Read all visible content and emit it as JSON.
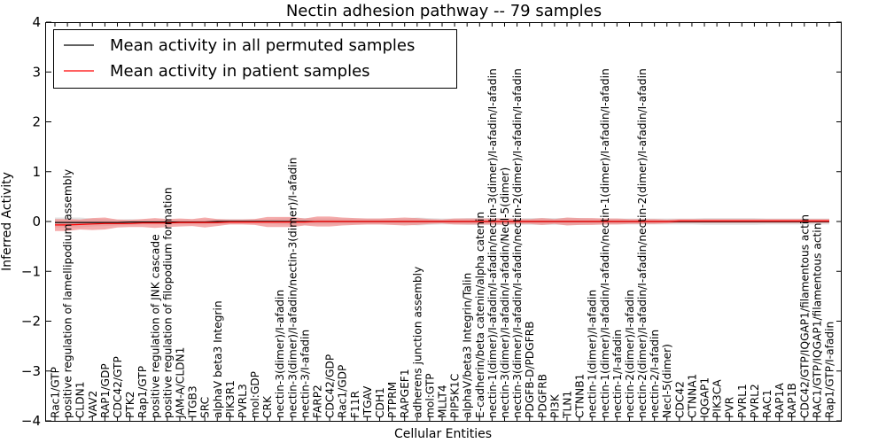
{
  "chart_data": {
    "type": "line",
    "title": "Nectin adhesion pathway -- 79 samples",
    "xlabel": "Cellular Entities",
    "ylabel": "Inferred Activity",
    "ylim": [
      -4,
      4
    ],
    "yticks": [
      -4,
      -3,
      -2,
      -1,
      0,
      1,
      2,
      3,
      4
    ],
    "ytick_labels": [
      "−4",
      "−3",
      "−2",
      "−1",
      "0",
      "1",
      "2",
      "3",
      "4"
    ],
    "grid": false,
    "legend_position": "top-left",
    "categories": [
      "Rac1/GTP",
      "positive regulation of lamellipodium assembly",
      "CLDN1",
      "VAV2",
      "RAP1/GDP",
      "CDC42/GTP",
      "PTK2",
      "Rap1/GTP",
      "positive regulation of JNK cascade",
      "positive regulation of filopodium formation",
      "JAM-A/CLDN1",
      "ITGB3",
      "SRC",
      "alphaV beta3 Integrin",
      "PIK3R1",
      "PVRL3",
      "mol:GDP",
      "CRK",
      "nectin-3(dimer)/I-afadin",
      "nectin-3(dimer)/I-afadin/nectin-3(dimer)/I-afadin",
      "nectin-3/I-afadin",
      "FARP2",
      "CDC42/GDP",
      "Rac1/GDP",
      "F11R",
      "ITGAV",
      "CDH1",
      "PTPRM",
      "RAPGEF1",
      "adherens junction assembly",
      "mol:GTP",
      "MLLT4",
      "PIP5K1C",
      "alphaV/beta3 Integrin/Talin",
      "E-cadherin/beta catenin/alpha catenin",
      "nectin-1(dimer)/I-afadin/I-afadin/nectin-3(dimer)/I-afadin/I-afadin",
      "nectin-3(dimer)/I-afadin/I-afadin/Necl-5(dimer)",
      "nectin-3(dimer)/I-afadin/I-afadin/nectin-2(dimer)/I-afadin/I-afadin",
      "PDGFB-D/PDGFRB",
      "PDGFRB",
      "PI3K",
      "TLN1",
      "CTNNB1",
      "nectin-1(dimer)/I-afadin",
      "nectin-1(dimer)/I-afadin/I-afadin/nectin-1(dimer)/I-afadin/I-afadin",
      "nectin-1/I-afadin",
      "nectin-2(dimer)/I-afadin",
      "nectin-2(dimer)/I-afadin/I-afadin/nectin-2(dimer)/I-afadin/I-afadin",
      "nectin-2/I-afadin",
      "Necl-5(dimer)",
      "CDC42",
      "CTNNA1",
      "IQGAP1",
      "PIK3CA",
      "PVR",
      "PVRL1",
      "PVRL2",
      "RAC1",
      "RAP1A",
      "RAP1B",
      "CDC42/GTP/IQGAP1/filamentous actin",
      "RAC1/GTP/IQGAP1/filamentous actin",
      "Rap1/GTP/I-afadin"
    ],
    "series": [
      {
        "name": "Mean activity in all permuted samples",
        "color": "#000000",
        "values": [
          -0.02,
          -0.02,
          -0.02,
          -0.02,
          -0.02,
          -0.02,
          -0.01,
          -0.01,
          -0.01,
          -0.01,
          -0.01,
          -0.01,
          -0.01,
          0.0,
          0.0,
          0.0,
          0.0,
          0.0,
          0.0,
          0.0,
          0.0,
          0.0,
          0.0,
          0.0,
          0.0,
          0.0,
          0.0,
          0.0,
          0.0,
          0.0,
          0.0,
          0.0,
          0.0,
          0.0,
          0.0,
          0.0,
          0.0,
          0.0,
          0.0,
          0.0,
          0.0,
          0.0,
          0.0,
          0.0,
          0.0,
          0.0,
          0.0,
          0.0,
          0.0,
          0.0,
          0.0,
          0.0,
          0.0,
          0.0,
          0.0,
          0.0,
          0.0,
          0.0,
          0.0,
          0.0,
          0.0,
          0.0,
          0.0
        ],
        "band": [
          0.1,
          0.1,
          0.1,
          0.08,
          0.07,
          0.06,
          0.06,
          0.05,
          0.05,
          0.05,
          0.05,
          0.05,
          0.05,
          0.05,
          0.05,
          0.05,
          0.05,
          0.05,
          0.06,
          0.07,
          0.07,
          0.06,
          0.06,
          0.06,
          0.06,
          0.06,
          0.06,
          0.06,
          0.06,
          0.08,
          0.07,
          0.06,
          0.06,
          0.07,
          0.07,
          0.07,
          0.07,
          0.07,
          0.07,
          0.07,
          0.07,
          0.07,
          0.07,
          0.06,
          0.06,
          0.06,
          0.06,
          0.06,
          0.06,
          0.06,
          0.06,
          0.06,
          0.07,
          0.07,
          0.07,
          0.07,
          0.07,
          0.06,
          0.06,
          0.06,
          0.06,
          0.06,
          0.06
        ],
        "band_color": "#b0b0b0"
      },
      {
        "name": "Mean activity in patient samples",
        "color": "#ff0000",
        "values": [
          -0.07,
          -0.07,
          -0.06,
          -0.05,
          -0.04,
          -0.04,
          -0.04,
          -0.03,
          -0.03,
          -0.03,
          -0.02,
          -0.02,
          -0.02,
          -0.02,
          -0.01,
          -0.01,
          -0.01,
          -0.01,
          -0.01,
          -0.01,
          -0.01,
          0.0,
          0.0,
          0.0,
          0.0,
          0.0,
          0.0,
          0.0,
          0.0,
          0.0,
          0.0,
          0.0,
          0.0,
          0.0,
          0.0,
          0.0,
          0.0,
          0.0,
          0.0,
          0.0,
          0.0,
          0.0,
          0.0,
          0.0,
          0.0,
          0.0,
          0.0,
          0.0,
          0.0,
          0.0,
          0.01,
          0.01,
          0.01,
          0.01,
          0.01,
          0.01,
          0.01,
          0.01,
          0.01,
          0.01,
          0.01,
          0.01,
          0.01
        ],
        "band": [
          0.12,
          0.12,
          0.1,
          0.12,
          0.12,
          0.08,
          0.07,
          0.08,
          0.1,
          0.08,
          0.08,
          0.07,
          0.1,
          0.07,
          0.05,
          0.05,
          0.06,
          0.1,
          0.1,
          0.1,
          0.07,
          0.1,
          0.1,
          0.08,
          0.07,
          0.06,
          0.06,
          0.07,
          0.08,
          0.07,
          0.05,
          0.04,
          0.06,
          0.06,
          0.06,
          0.06,
          0.06,
          0.05,
          0.05,
          0.07,
          0.05,
          0.08,
          0.07,
          0.07,
          0.06,
          0.06,
          0.05,
          0.05,
          0.05,
          0.04,
          0.04,
          0.04,
          0.04,
          0.04,
          0.04,
          0.04,
          0.04,
          0.04,
          0.04,
          0.04,
          0.04,
          0.04,
          0.04
        ],
        "band_color": "#f08080"
      }
    ]
  }
}
